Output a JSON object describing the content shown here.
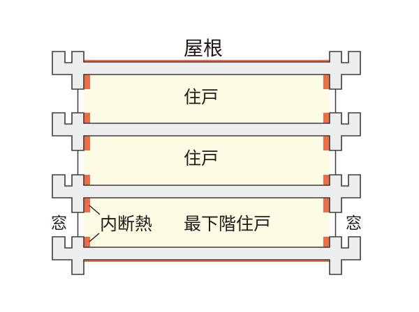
{
  "diagram": {
    "title": "内断熱 building section",
    "labels": {
      "roof": "屋根",
      "unit_upper": "住戸",
      "unit_middle": "住戸",
      "unit_bottom": "最下階住戸",
      "insulation": "内断熱",
      "window_left": "窓",
      "window_right": "窓"
    },
    "colors": {
      "slab_fill": "#EDEEEE",
      "slab_stroke": "#3E3A39",
      "insulation": "#EE6C45",
      "room_fill": "#FFFCE6",
      "text": "#231815"
    },
    "floors": 3,
    "slab_tops_y": [
      74,
      162,
      251,
      340
    ]
  }
}
